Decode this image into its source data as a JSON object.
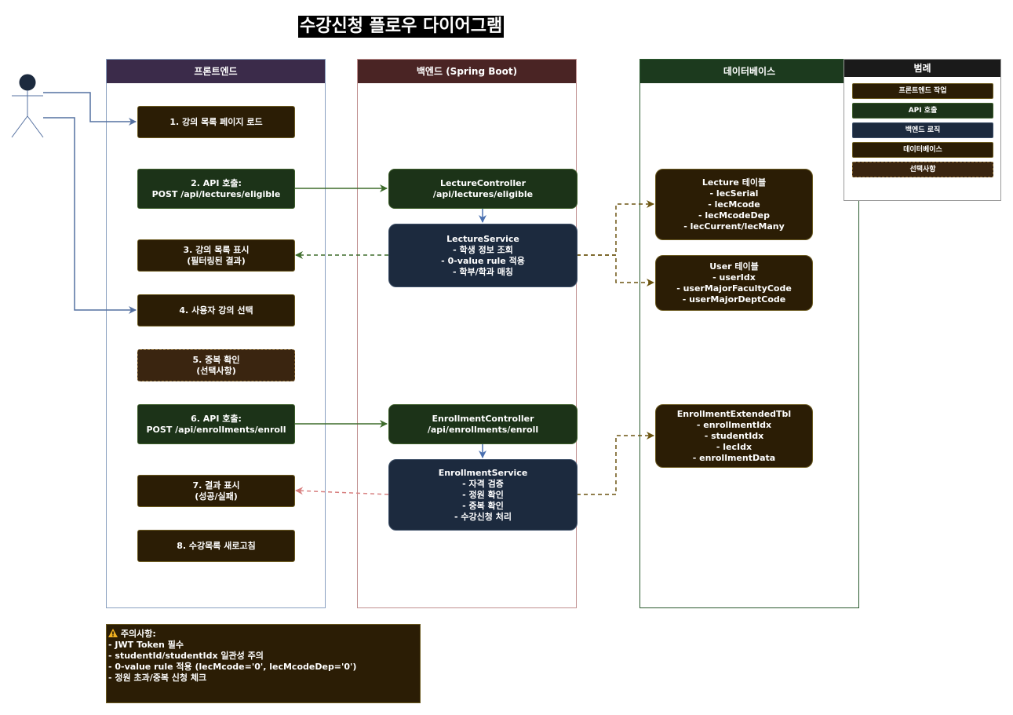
{
  "title": "수강신청 플로우 다이어그램",
  "lanes": {
    "frontend": {
      "label": "프론트엔드",
      "color": "#3b2b4a"
    },
    "backend": {
      "label": "백엔드 (Spring Boot)",
      "color": "#4a2424"
    },
    "database": {
      "label": "데이터베이스",
      "color": "#1c3a1e"
    }
  },
  "frontend_steps": [
    {
      "lines": [
        "1. 강의 목록 페이지 로드"
      ]
    },
    {
      "lines": [
        "2. API 호출:",
        "POST /api/lectures/eligible"
      ]
    },
    {
      "lines": [
        "3. 강의 목록 표시",
        "(필터링된 결과)"
      ]
    },
    {
      "lines": [
        "4. 사용자 강의 선택"
      ]
    },
    {
      "lines": [
        "5. 중복 확인",
        "(선택사항)"
      ]
    },
    {
      "lines": [
        "6. API 호출:",
        "POST /api/enrollments/enroll"
      ]
    },
    {
      "lines": [
        "7. 결과 표시",
        "(성공/실패)"
      ]
    },
    {
      "lines": [
        "8. 수강목록 새로고침"
      ]
    }
  ],
  "backend_nodes": [
    {
      "lines": [
        "LectureController",
        "/api/lectures/eligible"
      ]
    },
    {
      "lines": [
        "LectureService",
        "- 학생 정보 조회",
        "- 0-value rule 적용",
        "- 학부/학과 매칭"
      ]
    },
    {
      "lines": [
        "EnrollmentController",
        "/api/enrollments/enroll"
      ]
    },
    {
      "lines": [
        "EnrollmentService",
        "- 자격 검증",
        "- 정원 확인",
        "- 중복 확인",
        "- 수강신청 처리"
      ]
    }
  ],
  "db_tables": [
    {
      "lines": [
        "Lecture 테이블",
        "- lecSerial",
        "- lecMcode",
        "- lecMcodeDep",
        "- lecCurrent/lecMany"
      ]
    },
    {
      "lines": [
        "User 테이블",
        "- userIdx",
        "- userMajorFacultyCode",
        "- userMajorDeptCode"
      ]
    },
    {
      "lines": [
        "EnrollmentExtendedTbl",
        "- enrollmentIdx",
        "- studentIdx",
        "- lecIdx",
        "- enrollmentData"
      ]
    }
  ],
  "legend": {
    "title": "범례",
    "items": [
      {
        "label": "프론트엔드 작업",
        "color": "#2b1d05"
      },
      {
        "label": "API 호출",
        "color": "#1c3318"
      },
      {
        "label": "백엔드 로직",
        "color": "#1c2a3e"
      },
      {
        "label": "데이터베이스",
        "color": "#2b1d05"
      },
      {
        "label": "선택사항",
        "color": "#3a2510"
      }
    ]
  },
  "note": {
    "icon": "warning-icon",
    "lines": [
      "주의사항:",
      "- JWT Token 필수",
      "- studentId/studentIdx 일관성 주의",
      "- 0-value rule 적용 (lecMcode='0', lecMcodeDep='0')",
      "- 정원 초과/중복 신청 체크"
    ]
  }
}
